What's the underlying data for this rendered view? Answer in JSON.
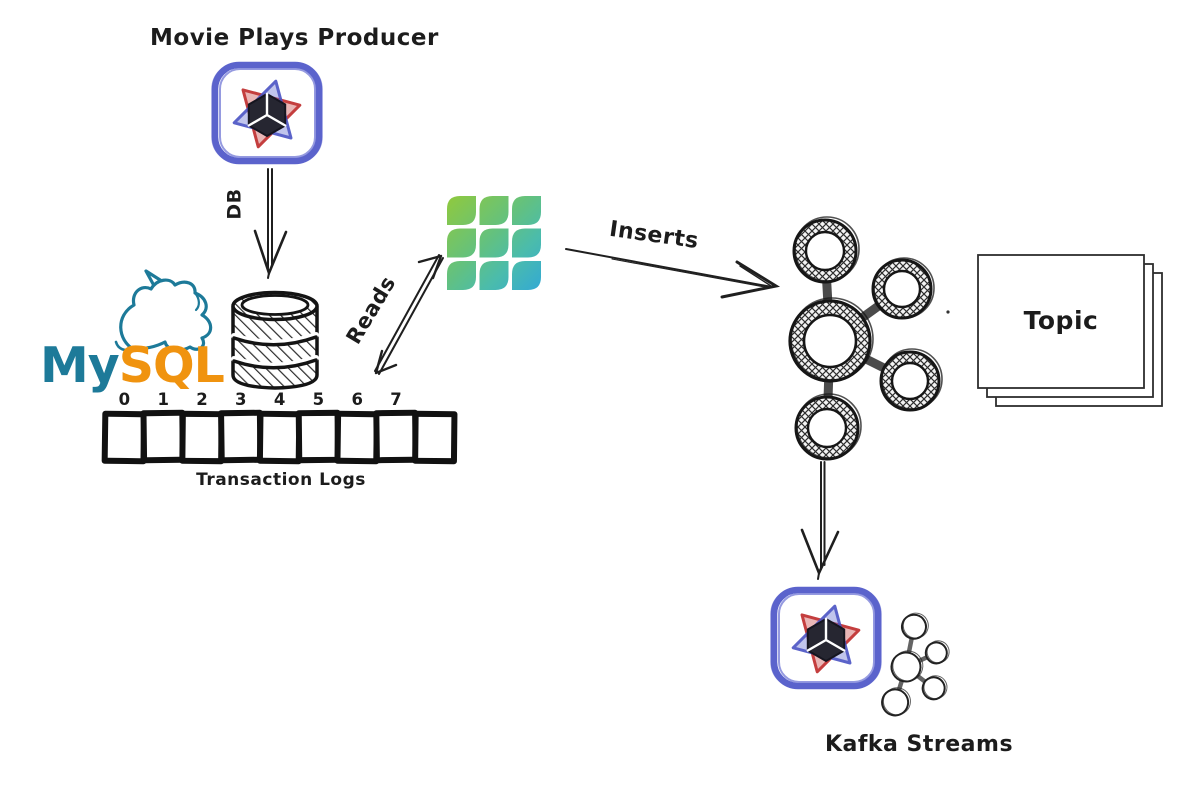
{
  "producer": {
    "title": "Movie Plays Producer",
    "icon": "producer-app-icon"
  },
  "db_flow": {
    "label": "DB"
  },
  "mysql": {
    "brand_prefix": "My",
    "brand_suffix": "SQL",
    "dolphin_icon": "mysql-dolphin-icon",
    "color_teal": "#1d7a99",
    "color_orange": "#f0930f"
  },
  "database": {
    "icon": "database-cylinder-icon"
  },
  "transaction_log": {
    "caption": "Transaction Logs",
    "partition_numbers": [
      "0",
      "1",
      "2",
      "3",
      "4",
      "5",
      "6",
      "7"
    ],
    "partition_count": 9
  },
  "reads_flow": {
    "label": "Reads"
  },
  "debezium": {
    "icon": "debezium-icon",
    "color_start": "#90c93d",
    "color_end": "#33a9d4"
  },
  "inserts_flow": {
    "label": "Inserts"
  },
  "kafka": {
    "cluster_icon": "kafka-cluster-icon",
    "topic_label": "Topic"
  },
  "streams": {
    "caption": "Kafka Streams",
    "app_icon": "streams-app-icon",
    "kafka_icon": "streams-kafka-icon"
  },
  "colors": {
    "ink": "#1c1c1c",
    "app_blue": "#5b63cc",
    "app_red": "#c43e3e"
  }
}
